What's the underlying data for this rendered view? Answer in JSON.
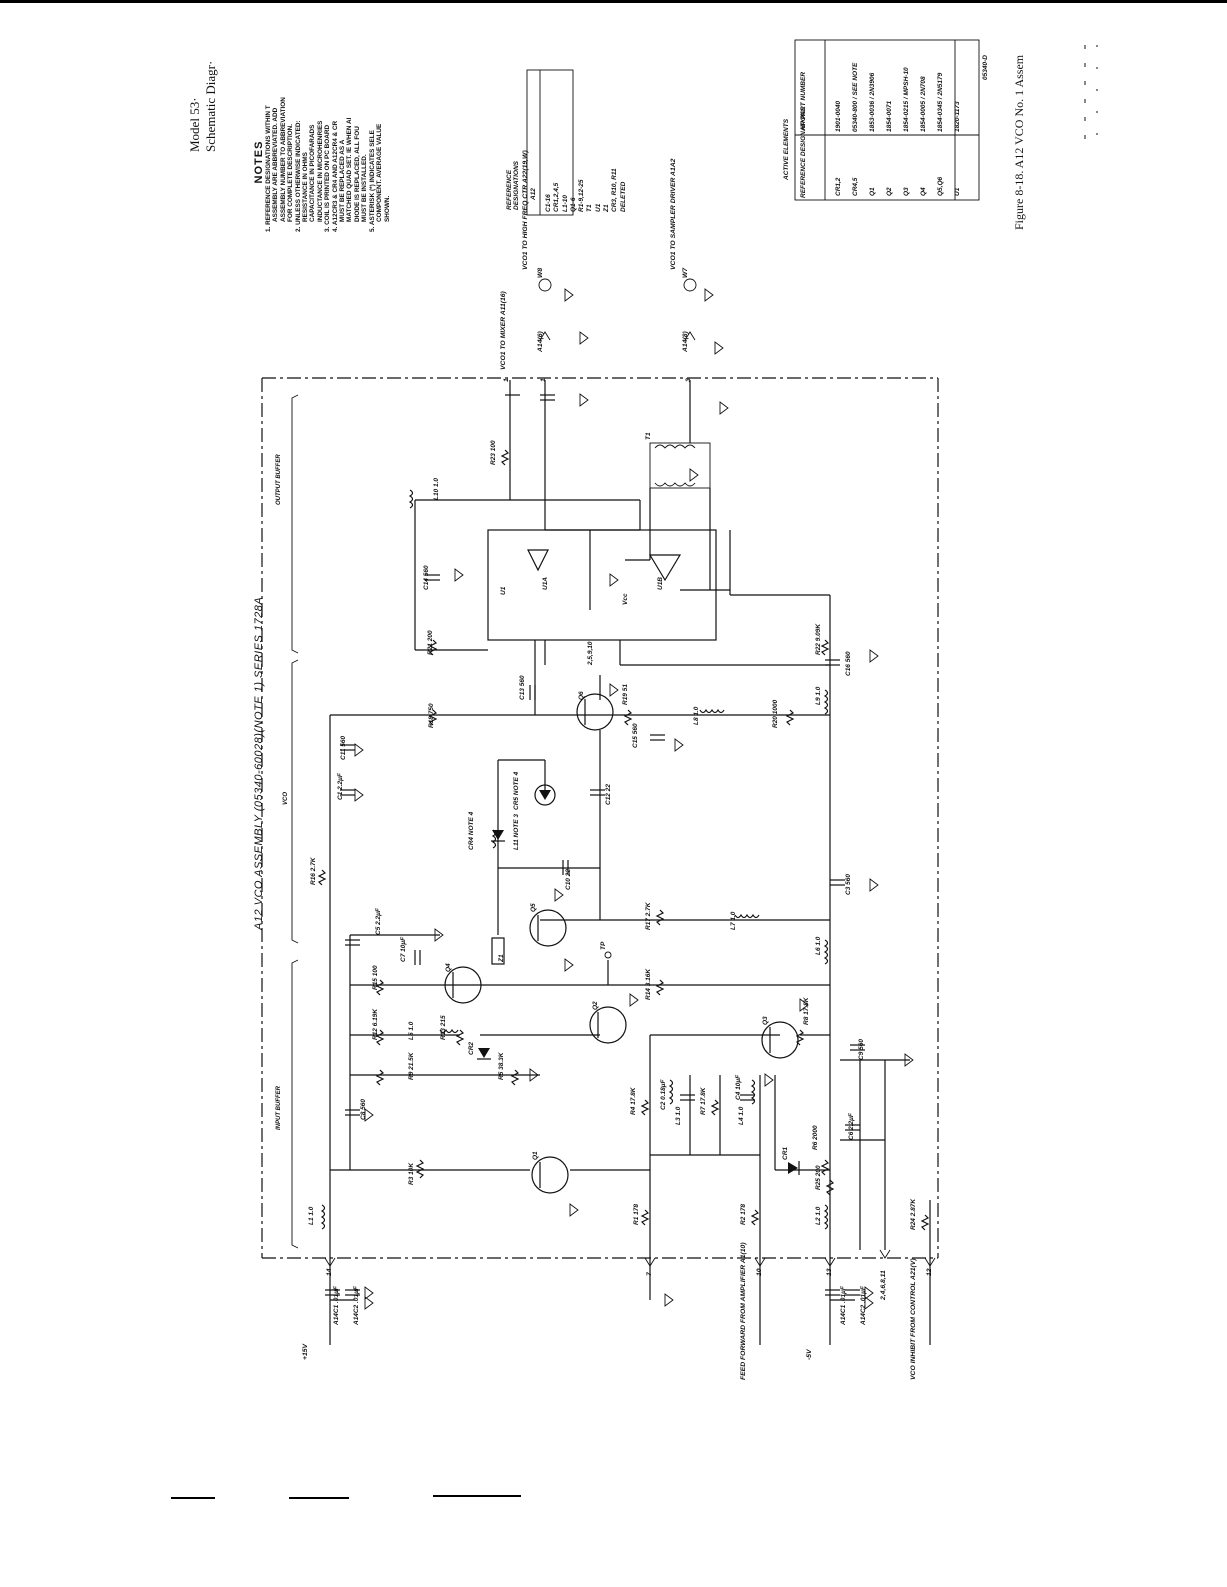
{
  "header": {
    "model": "Model 53·",
    "subtitle": "Schematic Diagr·"
  },
  "notes": {
    "title": "NOTES",
    "items": [
      "1. REFERENCE DESIGNATIONS WITHIN T",
      "ASSEMBLY ARE ABBREVIATED. ADD",
      "ASSEMBLY NUMBER TO ABBREVIATION",
      "FOR COMPLETE DESCRIPTION.",
      "2. UNLESS OTHERWISE INDICATED:",
      "RESISTANCE IN OHMS",
      "CAPACITANCE IN PICOFARADS",
      "INDUCTANCE IN MICROHENRIES",
      "3. COIL IS PRINTED ON PC BOARD",
      "4. A12CR3 & CR4 AND A12CR4 & CR",
      "MUST BE REPLACED AS A",
      "MATCHED QUAD SET. IE WHEN AI",
      "DIODE IS REPLACED, ALL FOU",
      "MUST BE INSTALLED.",
      "5. ASTERISK (*) INDICATES SELE",
      "COMPONENT. AVERAGE VALUE",
      "SHOWN."
    ]
  },
  "ref_table": {
    "headers": [
      "REFERENCE",
      "DESIGNATIONS"
    ],
    "col_header": "A12",
    "rows": [
      "C1-16",
      "CR1,2,4,5",
      "L1-10",
      "Q1-6",
      "R1-9,12-25",
      "T1",
      "U1",
      "Z1",
      "CR3, R10, R11",
      "DELETED"
    ]
  },
  "active_elements": {
    "title": "ACTIVE ELEMENTS",
    "headers": [
      "REFERENCE DESIGNATIONS",
      "HP PART NUMBER"
    ],
    "rows": [
      {
        "ref": "CR1,2",
        "part": "1901-0040"
      },
      {
        "ref": "CR4,5",
        "part": "05340-800 / SEE NOTE"
      },
      {
        "ref": "Q1",
        "part": "1853-0036 / 2N3906"
      },
      {
        "ref": "Q2",
        "part": "1854-0071"
      },
      {
        "ref": "Q3",
        "part": "1854-0215 / MPSH-10"
      },
      {
        "ref": "Q4",
        "part": "1854-0005 / 2N708"
      },
      {
        "ref": "Q5,Q6",
        "part": "1854-0345 / 2N5179"
      },
      {
        "ref": "U1",
        "part": "1820-1173"
      }
    ],
    "footer": "05340-D"
  },
  "caption": "Figure 8-18.  A12 VCO No. 1 Assem",
  "schematic": {
    "assembly_title": "A12 VCO ASSEMBLY (05340-60028)(NOTE 1) SERIES 1728A",
    "sections": [
      "INPUT BUFFER",
      "VCO",
      "OUTPUT BUFFER"
    ],
    "inputs": [
      {
        "pin": "14",
        "label": "+15V"
      },
      {
        "pin": "7",
        "label": ""
      },
      {
        "pin": "10",
        "label": "FEED FORWARD FROM AMPLIFIER A1(10)"
      },
      {
        "pin": "13",
        "label": "-5V"
      },
      {
        "pin": "12",
        "label": "VCO INHIBIT FROM CONTROL A21(V)"
      }
    ],
    "outputs": [
      {
        "pin": "1",
        "label": "VCO1 TO MIXER A11(16)"
      },
      {
        "pin": "5",
        "label": "A14(6)"
      },
      {
        "pin": "W8",
        "label": "VCO1 TO HIGH FREQ CTR A22(19,W)"
      },
      {
        "pin": "3",
        "label": "A14(8)"
      },
      {
        "pin": "W7",
        "label": "VCO1 TO SAMPLER DRIVER A1A2"
      }
    ],
    "caps_in": [
      "A14C1 .01µF",
      "A14C2 .01µF",
      "A14C1 .01µF",
      "A14C2 .01µF"
    ],
    "gnd_pins": "2,4,6,8,11",
    "components": {
      "L1": "L1 1.0",
      "L2": "L2 1.0",
      "L3": "L3 1.0",
      "L4": "L4 1.0",
      "L5": "L5 1.0",
      "L6": "L6 1.0",
      "L7": "L7 1.0",
      "L8": "L8 1.0",
      "L9": "L9 1.0",
      "L10": "L10 1.0",
      "R1": "R1 178",
      "R2": "R2 178",
      "R3": "R3 10K",
      "R4": "R4 17.8K",
      "R5": "R5 38.3K",
      "R6": "R6 2000",
      "R7": "R7 17.8K",
      "R8": "R8 17.8K",
      "R9": "R9 21.5K",
      "R12": "R12 6.19K",
      "R13": "R13 215",
      "R14": "R14 3.16K",
      "R15": "R15 100",
      "R16": "R16 2.7K",
      "R17": "R17 2.7K",
      "R18": "R18 750",
      "R19": "R19 51",
      "R20": "R20 1000",
      "R21": "R21 200",
      "R22": "R22 9.09K",
      "R23": "R23 100",
      "R24": "R24 2.87K",
      "R25": "R25 200",
      "C1": "C1 2.2µF",
      "C2": "C2 0.18µF",
      "C3": "C3 560",
      "C4": "C4 10µF",
      "C5": "C5 2.2µF",
      "C6": "C6 2.2µF",
      "C7": "C7 10µF",
      "C8": "C8 560",
      "C9": "C9 560",
      "C10": "C10 22",
      "C11": "C11 560",
      "C12": "C12 22",
      "C13": "C13 560",
      "C14": "C14 560",
      "C15": "C15 560",
      "C16": "C16 560",
      "Q1": "Q1",
      "Q2": "Q2",
      "Q3": "Q3",
      "Q4": "Q4",
      "Q5": "Q5",
      "Q6": "Q6",
      "CR1": "CR1",
      "CR2": "CR2",
      "CR4": "CR4 NOTE 4",
      "CR5": "CR5 NOTE 4",
      "L11": "L11 NOTE 3",
      "Z1": "Z1",
      "TP": "TP",
      "U1": "U1",
      "U1A": "U1A",
      "U1B": "U1B",
      "T1": "T1",
      "VCC": "Vcc",
      "U1pins": "2,5,9,10"
    }
  }
}
